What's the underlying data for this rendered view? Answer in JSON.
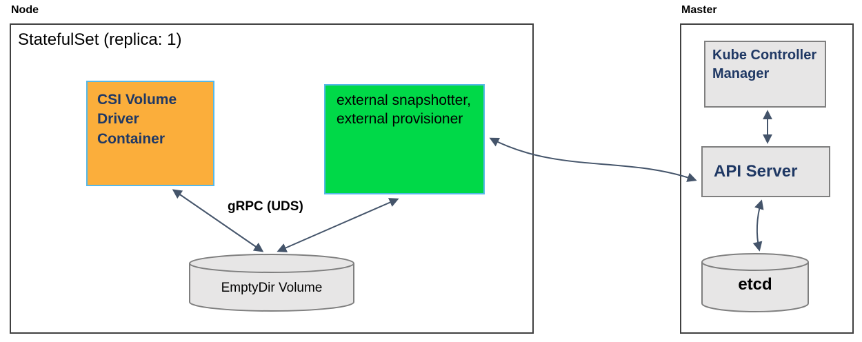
{
  "node": {
    "label": "Node",
    "statefulset_title": "StatefulSet (replica: 1)",
    "csi_driver_label": "CSI Volume Driver Container",
    "external_label": "external snapshotter, external provisioner",
    "grpc_label": "gRPC (UDS)",
    "emptydir_label": "EmptyDir Volume"
  },
  "master": {
    "label": "Master",
    "kcm_label": "Kube Controller Manager",
    "api_server_label": "API Server",
    "etcd_label": "etcd"
  },
  "colors": {
    "csi_fill": "#FBAE3B",
    "external_fill": "#00D948",
    "box_border": "#56B8E8",
    "gray_fill": "#E7E6E6",
    "gray_border": "#7F7F7F",
    "outer_border": "#404040",
    "arrow": "#44546A",
    "navy": "#1F3864"
  }
}
